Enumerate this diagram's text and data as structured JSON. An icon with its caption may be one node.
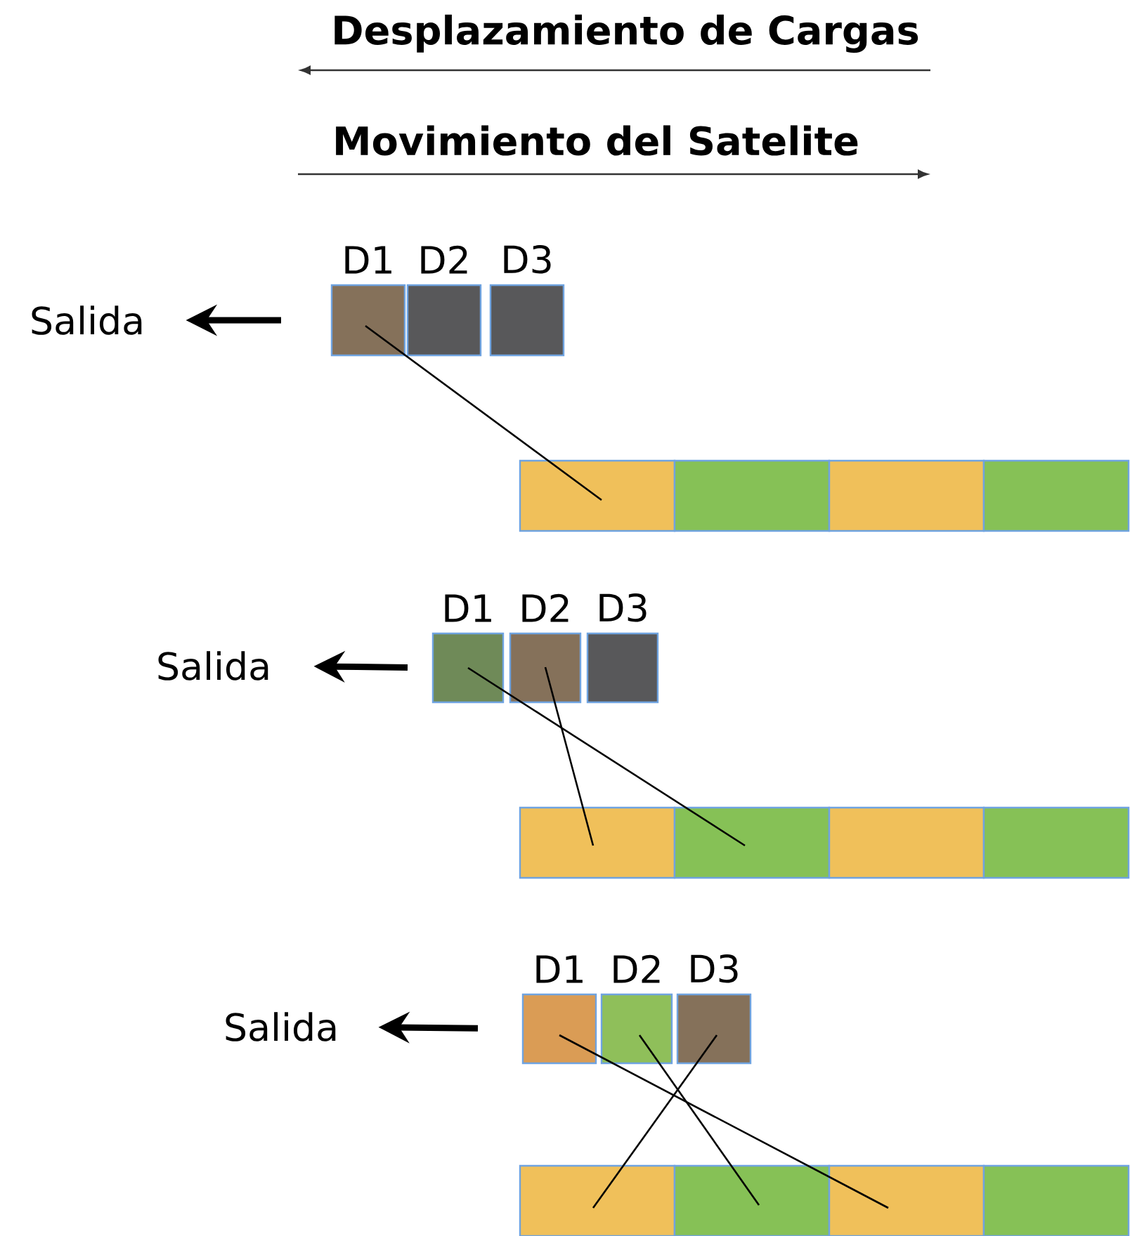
{
  "diagram": {
    "nodes": [
      {
        "text": [
          "Salida"
        ]
      },
      {
        "text": [
          "D1"
        ]
      },
      {
        "text": [
          "D2"
        ]
      },
      {
        "text": [
          "D3"
        ]
      },
      {
        "text": [],
        "shape": "box"
      },
      {
        "text": [],
        "shape": "box"
      },
      {
        "text": [],
        "shape": "box"
      },
      {
        "text": [],
        "shape": "box"
      },
      {
        "text": [
          "Salida"
        ]
      },
      {
        "text": [
          "D1"
        ]
      },
      {
        "text": [
          "D2"
        ]
      },
      {
        "text": [
          "D3"
        ]
      },
      {
        "text": [],
        "shape": "box"
      },
      {
        "text": [],
        "shape": "box"
      },
      {
        "text": [],
        "shape": "box"
      },
      {
        "text": [],
        "shape": "box"
      },
      {
        "text": [
          "Salida"
        ]
      },
      {
        "text": [
          "D1"
        ]
      },
      {
        "text": [
          "D2"
        ]
      },
      {
        "text": [
          "D3"
        ]
      },
      {
        "text": [],
        "shape": "box"
      },
      {
        "text": [],
        "shape": "box"
      },
      {
        "text": [],
        "shape": "box"
      },
      {
        "text": [],
        "shape": "box"
      }
    ],
    "edges": [
      {
        "from": 1,
        "to": 0,
        "arrow": "to",
        "style": "thick"
      },
      {
        "from": 1,
        "to": 4,
        "arrow": "none"
      },
      {
        "from": 9,
        "to": 8,
        "arrow": "to",
        "style": "thick"
      },
      {
        "from": 9,
        "to": 13,
        "arrow": "none"
      },
      {
        "from": 10,
        "to": 12,
        "arrow": "none"
      },
      {
        "from": 17,
        "to": 16,
        "arrow": "to",
        "style": "thick"
      },
      {
        "from": 17,
        "to": 22,
        "arrow": "none"
      },
      {
        "from": 18,
        "to": 21,
        "arrow": "none"
      },
      {
        "from": 19,
        "to": 20,
        "arrow": "none"
      }
    ],
    "labels": [
      "Desplazamiento de Cargas",
      "Movimiento del Satelite"
    ]
  }
}
